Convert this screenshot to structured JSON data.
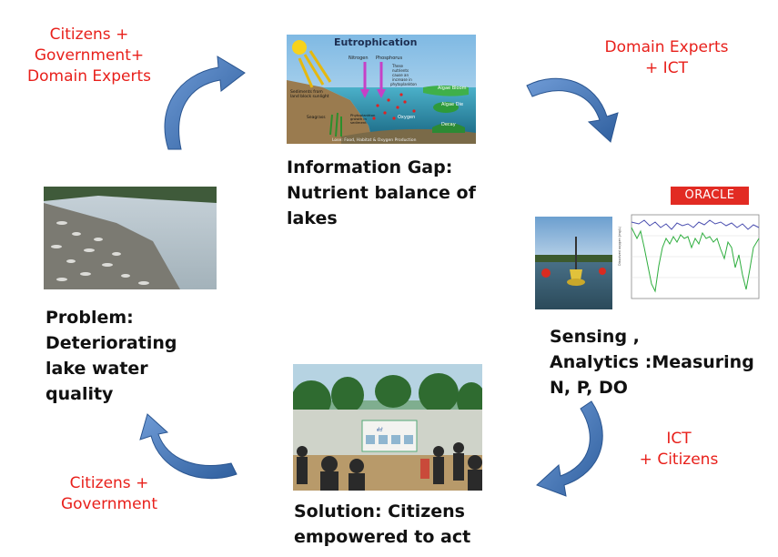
{
  "labels": {
    "top_left": [
      "Citizens +",
      "Government+",
      "Domain Experts"
    ],
    "top_right": [
      "Domain Experts",
      "+ ICT"
    ],
    "bottom_right": [
      "ICT",
      "+ Citizens"
    ],
    "bottom_left": [
      "Citizens +",
      "Government"
    ]
  },
  "stages": {
    "info_gap": [
      "Information Gap:",
      "Nutrient balance of",
      "lakes"
    ],
    "sensing": [
      "Sensing ,",
      "Analytics :Measuring",
      "N, P, DO"
    ],
    "solution": [
      "Solution: Citizens",
      "empowered to act"
    ],
    "problem": [
      "Problem:",
      "Deteriorating",
      "lake water",
      "quality"
    ]
  },
  "eutrophication": {
    "title": "Eutrophication",
    "nitrogen": "Nitrogen",
    "phosphorus": "Phosphorus",
    "note": [
      "These",
      "nutrients",
      "cause an",
      "increase in",
      "phytoplankton"
    ],
    "sediments": [
      "Sediments from",
      "land block sunlight"
    ],
    "seagrass": "Seagrass",
    "growth": [
      "Phytoplankton",
      "growth in",
      "sediment"
    ],
    "algae_bloom": "Algae Bloom",
    "algae_die": "Algae Die",
    "oxygen": "Oxygen",
    "decay": "Decay",
    "footer": "Lose: Food, Habitat & Oxygen Production"
  },
  "oracle_logo": "ORACLE",
  "banner_text": "ಕೆರೆ"
}
